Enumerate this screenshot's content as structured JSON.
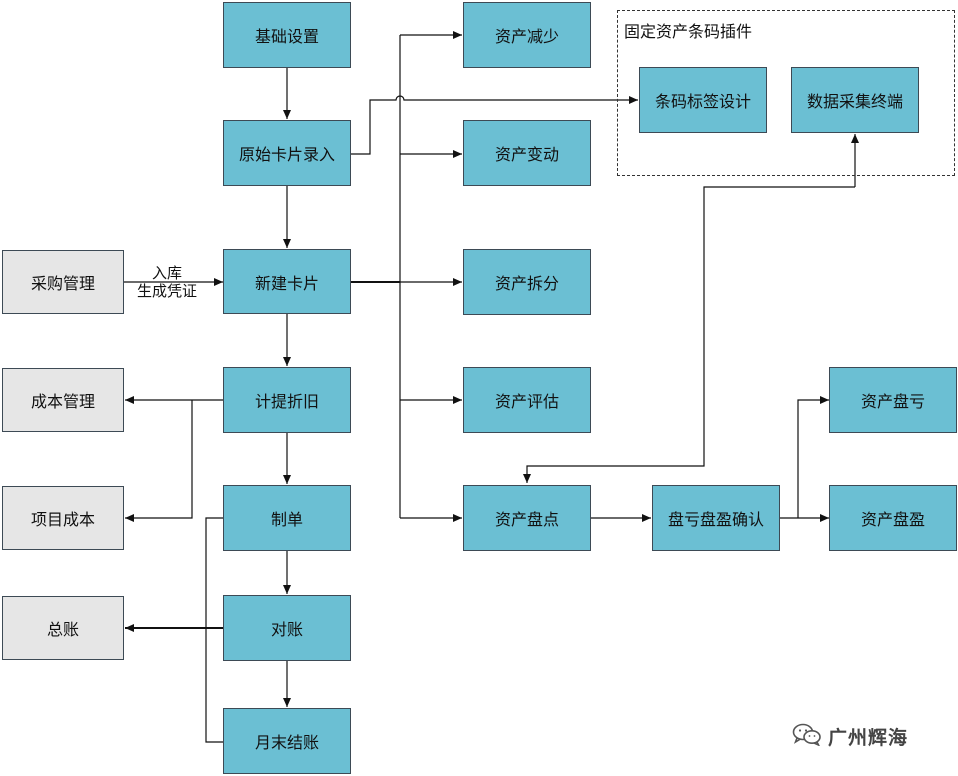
{
  "group": {
    "title": "固定资产条码插件"
  },
  "nodes": {
    "basic_settings": "基础设置",
    "original_card": "原始卡片录入",
    "new_card": "新建卡片",
    "depreciation": "计提折旧",
    "voucher": "制单",
    "reconcile": "对账",
    "month_end": "月末结账",
    "purchase": "采购管理",
    "cost_mgmt": "成本管理",
    "project_cost": "项目成本",
    "general_ledger": "总账",
    "asset_decrease": "资产减少",
    "asset_change": "资产变动",
    "asset_split": "资产拆分",
    "asset_evaluate": "资产评估",
    "asset_inventory": "资产盘点",
    "inventory_confirm": "盘亏盘盈确认",
    "inventory_loss": "资产盘亏",
    "inventory_gain": "资产盘盈",
    "barcode_design": "条码标签设计",
    "data_terminal": "数据采集终端"
  },
  "edge_labels": {
    "line1": "入库",
    "line2": "生成凭证"
  },
  "watermark": {
    "text": "广州辉海",
    "icon": "wechat-icon"
  },
  "colors": {
    "blue_node": "#6bbfd3",
    "grey_node": "#e6e6e6",
    "line": "#111111"
  }
}
